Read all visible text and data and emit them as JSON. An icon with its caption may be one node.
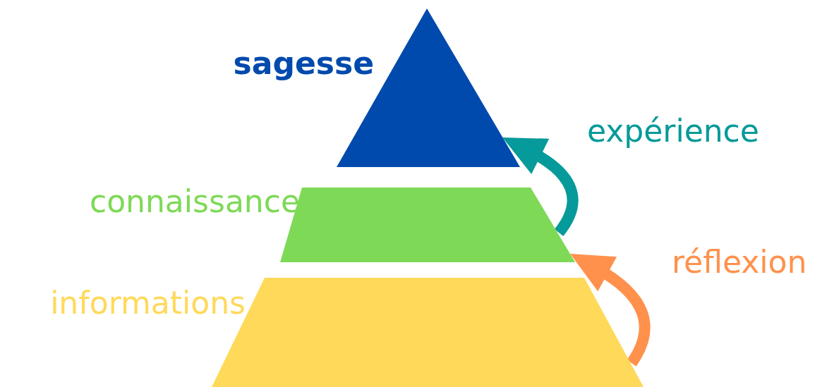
{
  "diagram": {
    "nodes": [
      {
        "text": [
          "sagesse"
        ]
      },
      {
        "text": [
          "connaissance"
        ]
      },
      {
        "text": [
          "informations"
        ]
      }
    ],
    "edges": [
      {
        "from": 2,
        "to": 1,
        "arrow": "to",
        "label": "réflexion",
        "color": "#ff914d"
      },
      {
        "from": 1,
        "to": 0,
        "arrow": "to",
        "label": "expérience",
        "color": "#079a9a"
      }
    ]
  }
}
